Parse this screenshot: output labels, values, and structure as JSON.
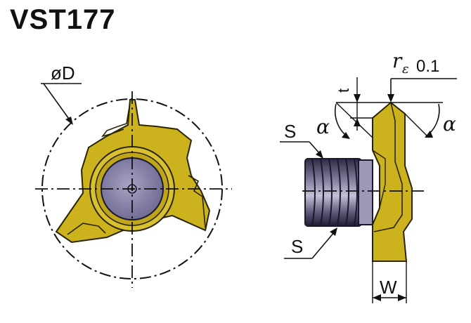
{
  "title": "VST177",
  "labels": {
    "diameter": "øD",
    "radius_symbol": "r",
    "radius_subscript": "ε",
    "radius_value": "0.1",
    "thickness": "t",
    "alpha_left": "α",
    "alpha_right": "α",
    "s_top": "S",
    "s_bottom": "S",
    "width": "W"
  },
  "colors": {
    "insert_gold": "#ccb21c",
    "insert_dark": "#4a420c",
    "screw_purple": "#7e7a9c",
    "shank_dark": "#2b2840",
    "line": "#111111"
  }
}
